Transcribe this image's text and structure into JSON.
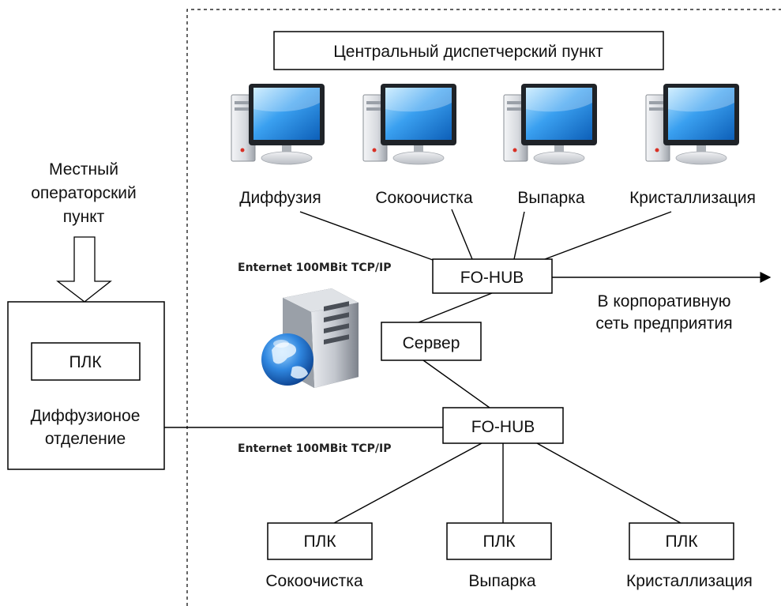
{
  "title": "Центральный диспетчерский пункт",
  "local_operator": {
    "label_lines": [
      "Местный",
      "операторский",
      "пункт"
    ]
  },
  "diffusion_department": {
    "plc_label": "ПЛК",
    "label_lines": [
      "Диффузионое",
      "отделение"
    ]
  },
  "workstations": [
    {
      "label": "Диффузия",
      "icon": "desktop-computer-icon"
    },
    {
      "label": "Сокоочистка",
      "icon": "desktop-computer-icon"
    },
    {
      "label": "Выпарка",
      "icon": "desktop-computer-icon"
    },
    {
      "label": "Кристаллизация",
      "icon": "desktop-computer-icon"
    }
  ],
  "network": {
    "upper_label": "Enternet 100MBit TCP/IP",
    "lower_label": "Enternet 100MBit TCP/IP",
    "upper_hub": "FO-HUB",
    "lower_hub": "FO-HUB",
    "server_label": "Сервер",
    "server_icon": "server-globe-icon",
    "corporate_lines": [
      "В корпоративную",
      "сеть предприятия"
    ]
  },
  "plcs": [
    {
      "box": "ПЛК",
      "label": "Сокоочистка"
    },
    {
      "box": "ПЛК",
      "label": "Выпарка"
    },
    {
      "box": "ПЛК",
      "label": "Кристаллизация"
    }
  ],
  "colors": {
    "screen_blue": "#1e88e5",
    "screen_light": "#8fd3ff",
    "globe_blue": "#1565c0",
    "case_gray": "#c8ccd2"
  }
}
